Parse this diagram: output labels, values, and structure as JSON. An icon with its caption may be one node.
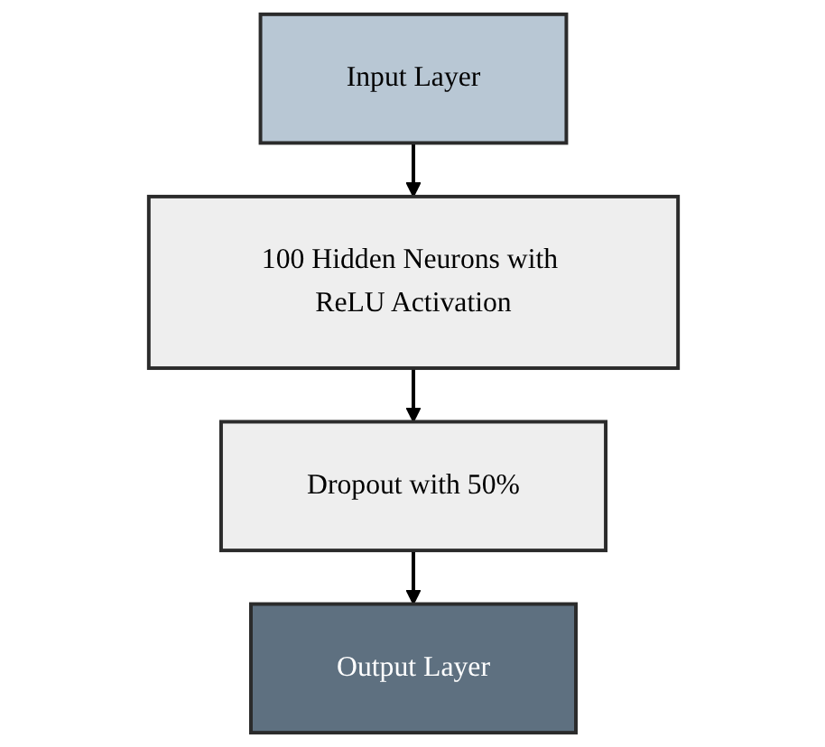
{
  "diagram": {
    "nodes": [
      {
        "text": [
          "Input Layer"
        ]
      },
      {
        "text": [
          "100 Hidden Neurons with ReLU Activation"
        ]
      },
      {
        "text": [
          "Dropout with 50%"
        ]
      },
      {
        "text": [
          "Output Layer"
        ]
      }
    ],
    "edges": [
      {
        "from": 0,
        "to": 1,
        "arrow": "to"
      },
      {
        "from": 1,
        "to": 2,
        "arrow": "to"
      },
      {
        "from": 2,
        "to": 3,
        "arrow": "to"
      }
    ]
  }
}
